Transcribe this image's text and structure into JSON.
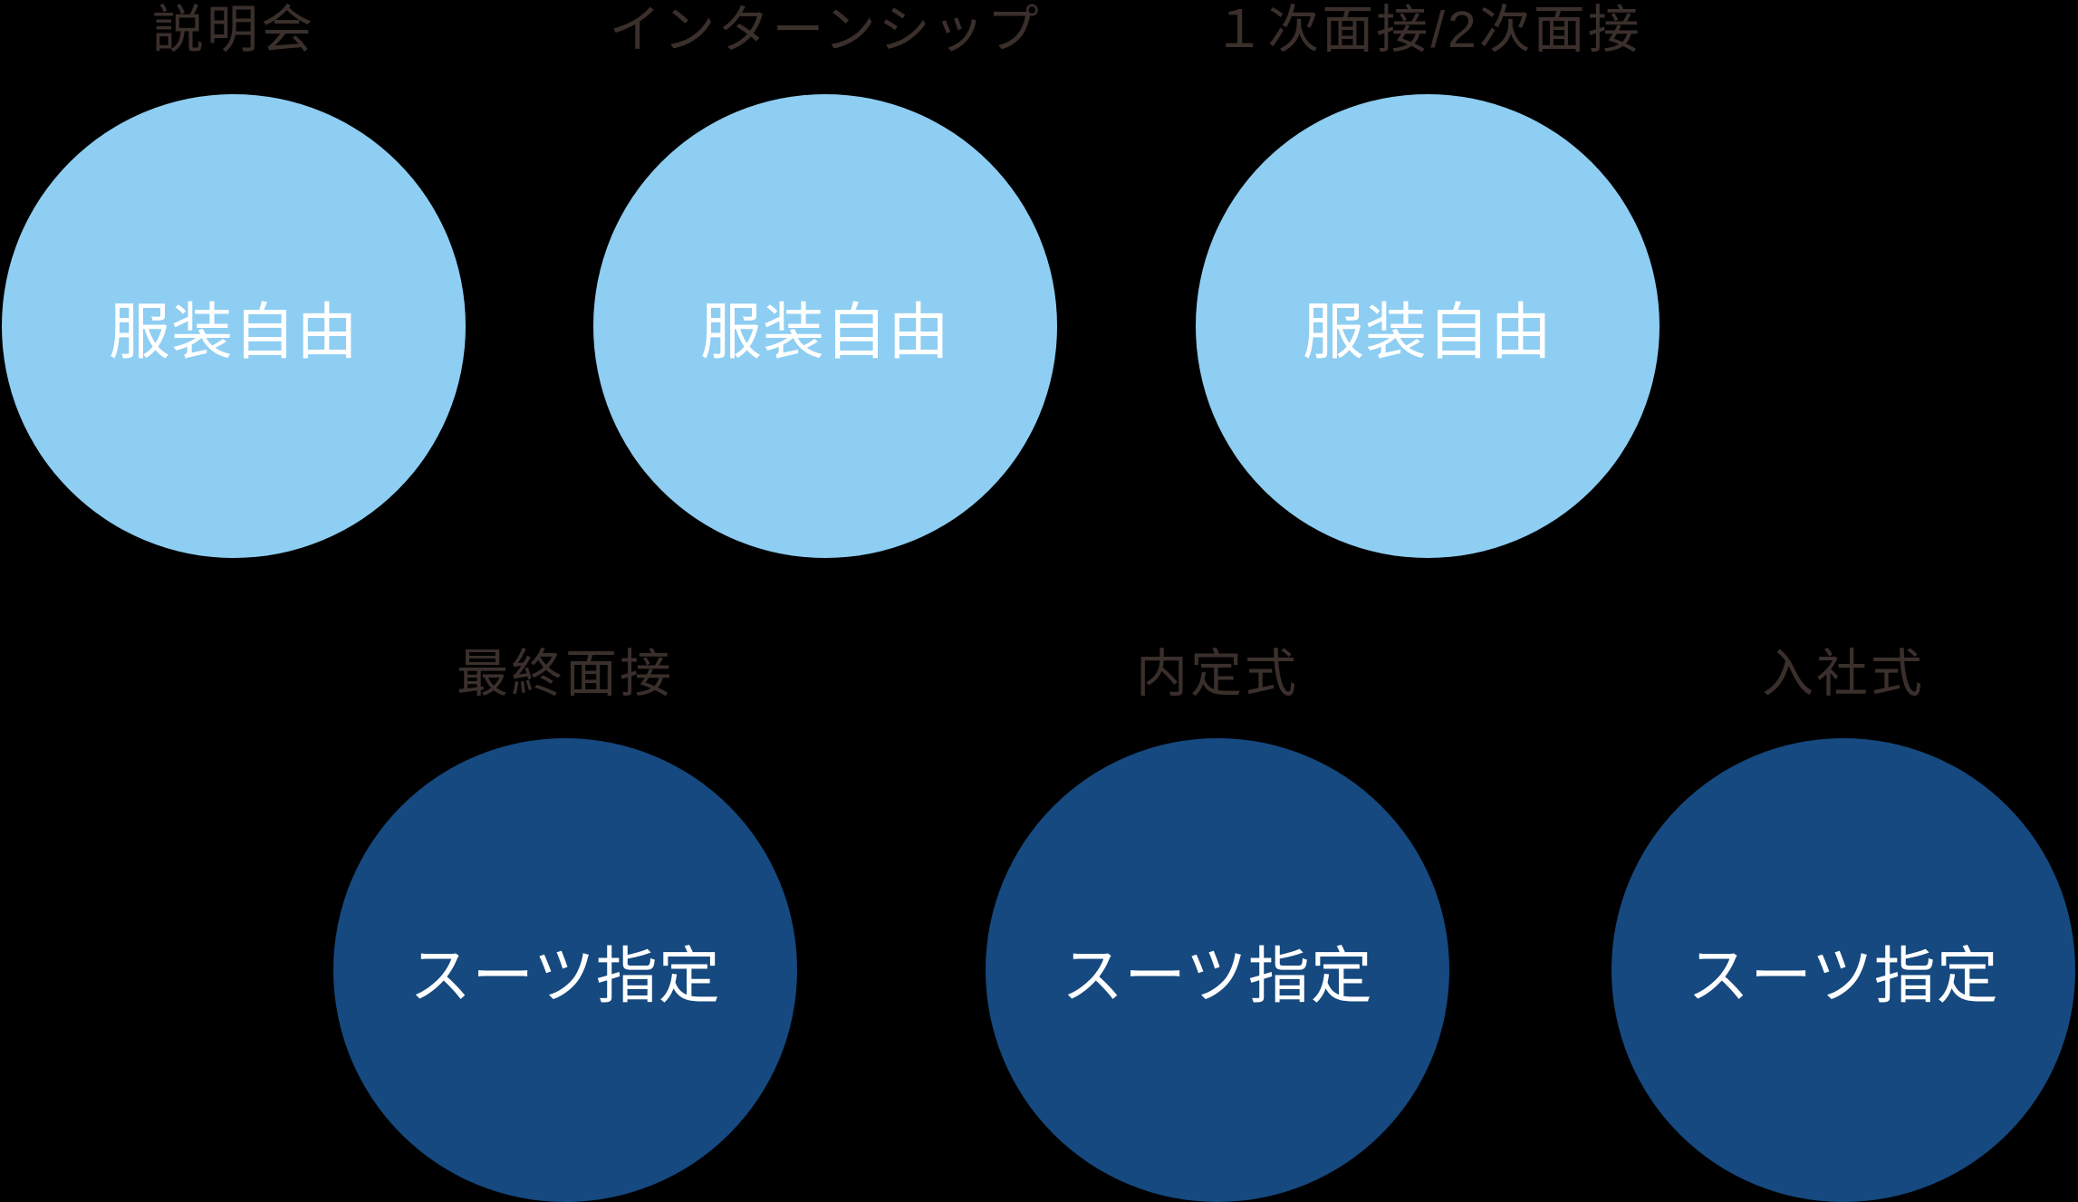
{
  "diagram": {
    "description_labels": {
      "free_dress": "服装自由",
      "suit_required": "スーツ指定"
    },
    "steps": [
      {
        "label": "説明会",
        "dress": "服装自由",
        "tone": "light"
      },
      {
        "label": "インターンシップ",
        "dress": "服装自由",
        "tone": "light"
      },
      {
        "label": "１次面接/2次面接",
        "dress": "服装自由",
        "tone": "light"
      },
      {
        "label": "最終面接",
        "dress": "スーツ指定",
        "tone": "dark"
      },
      {
        "label": "内定式",
        "dress": "スーツ指定",
        "tone": "dark"
      },
      {
        "label": "入社式",
        "dress": "スーツ指定",
        "tone": "dark"
      }
    ]
  },
  "colors": {
    "background": "#000000",
    "light_circle": "#8ECEF2",
    "dark_circle": "#15497F",
    "label_text": "#3A2F2B",
    "circle_text": "#FFFFFF"
  }
}
